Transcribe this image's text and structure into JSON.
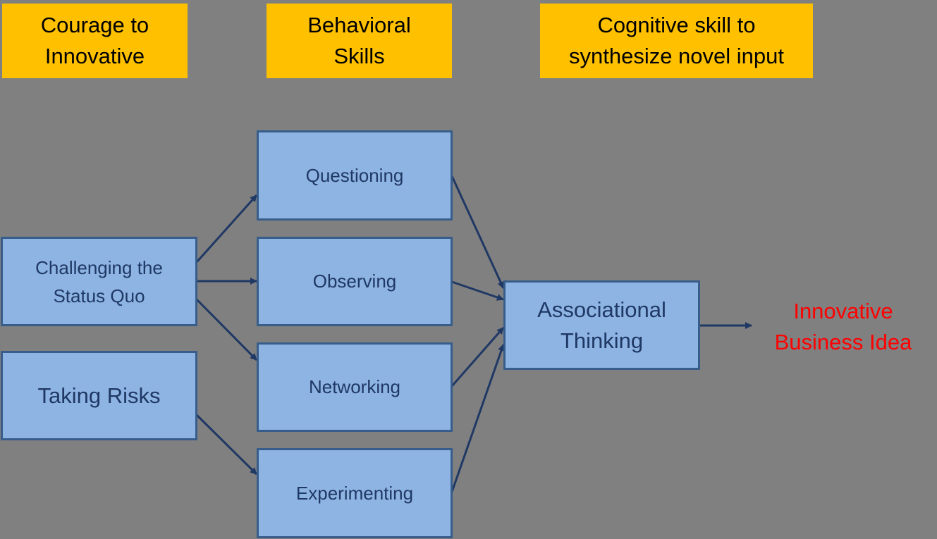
{
  "headers": [
    {
      "id": "courage",
      "text": "Courage to\nInnovative"
    },
    {
      "id": "behavioral",
      "text": "Behavioral\nSkills"
    },
    {
      "id": "cognitive",
      "text": "Cognitive skill to\nsynthesize novel input"
    }
  ],
  "nodes": {
    "challenging": "Challenging the\nStatus Quo",
    "taking_risks": "Taking Risks",
    "questioning": "Questioning",
    "observing": "Observing",
    "networking": "Networking",
    "experimenting": "Experimenting",
    "associational": "Associational\nThinking"
  },
  "outcome": "Innovative\nBusiness Idea",
  "edges": [
    [
      "challenging",
      "questioning"
    ],
    [
      "challenging",
      "observing"
    ],
    [
      "challenging",
      "networking"
    ],
    [
      "taking_risks",
      "experimenting"
    ],
    [
      "questioning",
      "associational"
    ],
    [
      "observing",
      "associational"
    ],
    [
      "networking",
      "associational"
    ],
    [
      "experimenting",
      "associational"
    ],
    [
      "associational",
      "outcome"
    ]
  ],
  "colors": {
    "header_bg": "#ffc000",
    "node_fill": "#8eb4e3",
    "node_border": "#385d8a",
    "arrow": "#1f3864",
    "outcome": "#ff0000",
    "background": "#808080"
  }
}
